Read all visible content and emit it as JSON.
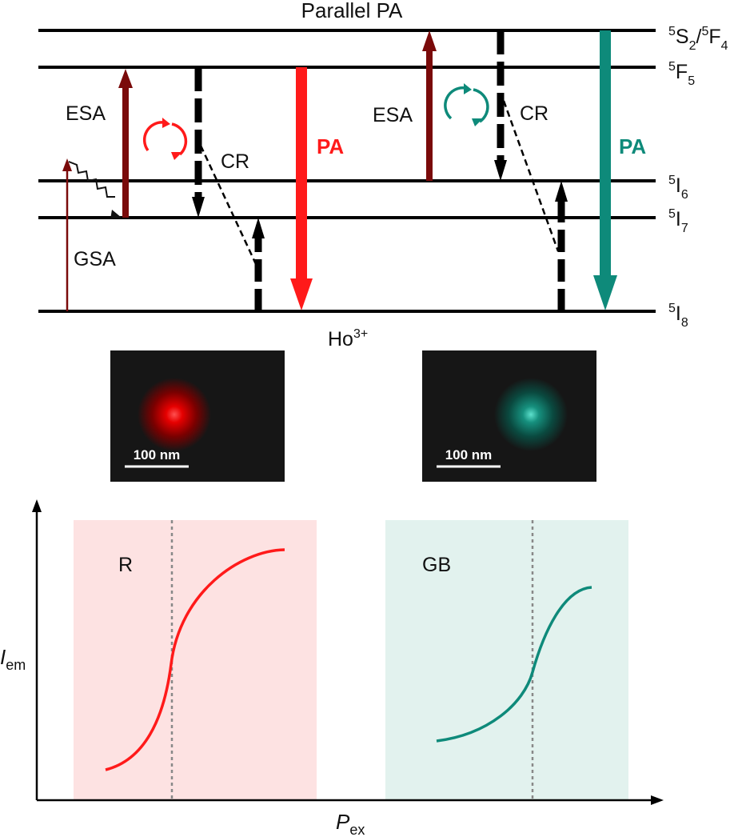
{
  "title": "Parallel PA",
  "ion": {
    "base": "Ho",
    "sup": "3+"
  },
  "levels": [
    {
      "key": "s2f4",
      "parts": [
        [
          "sup",
          "5"
        ],
        [
          "b",
          "S"
        ],
        [
          "sub",
          "2"
        ],
        [
          "b",
          "/"
        ],
        [
          "sup",
          "5"
        ],
        [
          "b",
          "F"
        ],
        [
          "sub",
          "4"
        ]
      ]
    },
    {
      "key": "f5",
      "parts": [
        [
          "sup",
          "5"
        ],
        [
          "b",
          "F"
        ],
        [
          "sub",
          "5"
        ]
      ]
    },
    {
      "key": "i6",
      "parts": [
        [
          "sup",
          "5"
        ],
        [
          "b",
          "I"
        ],
        [
          "sub",
          "6"
        ]
      ]
    },
    {
      "key": "i7",
      "parts": [
        [
          "sup",
          "5"
        ],
        [
          "b",
          "I"
        ],
        [
          "sub",
          "7"
        ]
      ]
    },
    {
      "key": "i8",
      "parts": [
        [
          "sup",
          "5"
        ],
        [
          "b",
          "I"
        ],
        [
          "sub",
          "8"
        ]
      ]
    }
  ],
  "labels": {
    "esa_left": "ESA",
    "esa_right": "ESA",
    "cr_left": "CR",
    "cr_right": "CR",
    "gsa": "GSA",
    "pa_red": "PA",
    "pa_green": "PA"
  },
  "images": {
    "left_scale": "100 nm",
    "right_scale": "100 nm"
  },
  "plot": {
    "x_label": {
      "main": "P",
      "sub": "ex"
    },
    "y_label": {
      "main": "I",
      "sub": "em"
    },
    "left_label": "R",
    "right_label": "GB"
  },
  "colors": {
    "red": "#ff1a1a",
    "dark_red": "#7a0a0a",
    "teal": "#0e8a7a",
    "red_bg": "#fde2e2",
    "teal_bg": "#e2f2ee",
    "panel_bg": "#161616"
  }
}
